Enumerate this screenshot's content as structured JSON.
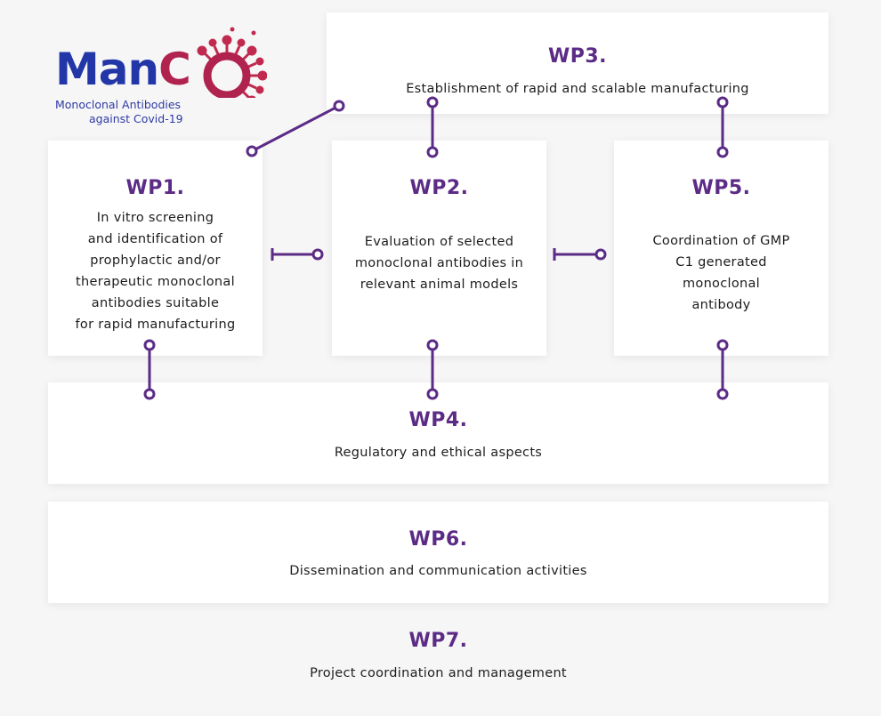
{
  "logo": {
    "word_part1": "Man",
    "word_part2": "C",
    "subtitle_line1": "Monoclonal Antibodies",
    "subtitle_line2": "against Covid-19",
    "brand_blue": "#2236a8",
    "brand_red": "#b0234f"
  },
  "colors": {
    "accent": "#5b2b86",
    "background": "#f7f6f7",
    "card": "#ffffff"
  },
  "work_packages": {
    "wp1": {
      "title": "WP1.",
      "lines": [
        "In vitro screening",
        "and identification of",
        "prophylactic and/or",
        "therapeutic monoclonal",
        "antibodies suitable",
        "for rapid manufacturing"
      ]
    },
    "wp2": {
      "title": "WP2.",
      "lines": [
        "Evaluation of selected",
        "monoclonal antibodies in",
        "relevant animal models"
      ]
    },
    "wp3": {
      "title": "WP3.",
      "lines": [
        "Establishment of rapid and scalable manufacturing"
      ]
    },
    "wp4": {
      "title": "WP4.",
      "lines": [
        "Regulatory and ethical aspects"
      ]
    },
    "wp5": {
      "title": "WP5.",
      "lines": [
        "Coordination of GMP",
        "C1 generated",
        "monoclonal",
        "antibody"
      ]
    },
    "wp6": {
      "title": "WP6.",
      "lines": [
        "Dissemination and communication activities"
      ]
    },
    "wp7": {
      "title": "WP7.",
      "lines": [
        "Project coordination and management"
      ]
    }
  }
}
